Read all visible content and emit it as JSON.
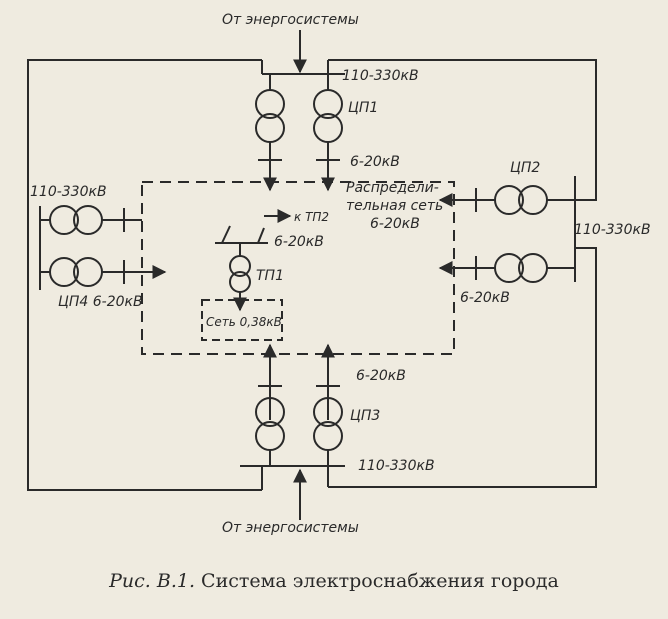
{
  "diagram": {
    "labels": {
      "from_grid_top": "От энергосистемы",
      "from_grid_bottom": "От энергосистемы",
      "top_hv": "110-330кВ",
      "cp1": "ЦП1",
      "top_mv": "6-20кВ",
      "left_hv": "110-330кВ",
      "cp4_mv": "ЦП4 6-20кВ",
      "dist_net_1": "Распредели-",
      "dist_net_2": "тельная сеть",
      "dist_net_3": "6-20кВ",
      "to_tp2": "к ТП2",
      "tp_mv": "6-20кВ",
      "tp1": "ТП1",
      "lv_net": "Сеть 0,38кВ",
      "cp2": "ЦП2",
      "right_hv": "110-330кВ",
      "right_mv": "6-20кВ",
      "bottom_mv": "6-20кВ",
      "cp3": "ЦП3",
      "bottom_hv": "110-330кВ"
    }
  },
  "caption": {
    "prefix": "Рис. В.1.",
    "text": "Система электроснабжения города"
  }
}
